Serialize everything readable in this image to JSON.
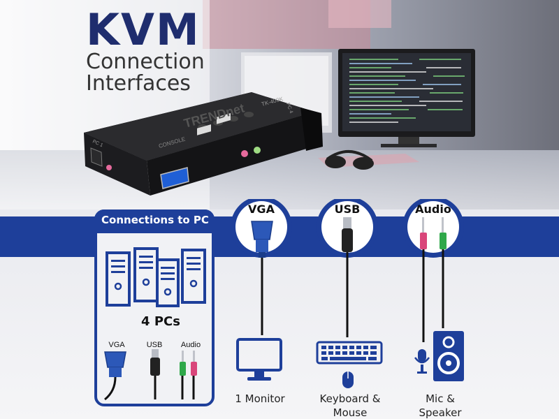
{
  "title": {
    "main": "KVM",
    "line1": "Connection",
    "line2": "Interfaces"
  },
  "switch": {
    "brand": "TRENDnet",
    "model": "TK-409K",
    "console_label": "CONSOLE",
    "port_label_left": "PC 1",
    "port_label_right": "PC 4"
  },
  "pc_panel": {
    "heading": "Connections to PC",
    "count_label": "4 PCs",
    "cables": [
      {
        "label": "VGA"
      },
      {
        "label": "USB"
      },
      {
        "label": "Audio"
      }
    ]
  },
  "interfaces": [
    {
      "label": "VGA",
      "device_icon": "monitor-icon",
      "device_label": [
        "1 Monitor"
      ]
    },
    {
      "label": "USB",
      "device_icon": "keyboard-mouse-icon",
      "device_label": [
        "Keyboard &",
        "Mouse"
      ]
    },
    {
      "label": "Audio",
      "device_icon": "mic-speaker-icon",
      "device_label": [
        "Mic &",
        "Speaker"
      ]
    }
  ],
  "colors": {
    "navy": "#1f2d6e",
    "accent_blue": "#1e3f9a",
    "vga_blue": "#2c58b8",
    "usb_teal": "#16a092",
    "audio_green": "#2fa84a",
    "audio_pink": "#d9467a"
  }
}
